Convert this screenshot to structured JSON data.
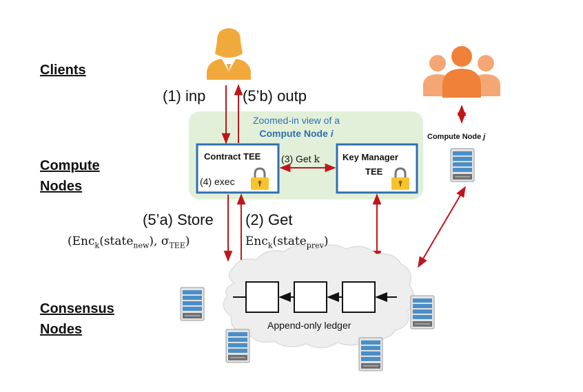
{
  "rows": {
    "clients": "Clients",
    "compute_line1": "Compute",
    "compute_line2": "Nodes",
    "consensus_line1": "Consensus",
    "consensus_line2": "Nodes"
  },
  "flows": {
    "input": "(1) inp",
    "output": "(5’b) outp",
    "get_key": "(3) Get",
    "key_symbol": "k",
    "exec": "(4) exec",
    "store": "(5’a) Store",
    "get_state": "(2) Get"
  },
  "zoom": {
    "line1": "Zoomed-in view of a",
    "line2": "Compute Node",
    "index": "i"
  },
  "boxes": {
    "contract_tee": "Contract TEE",
    "key_manager_line1": "Key Manager",
    "key_manager_line2": "TEE"
  },
  "math": {
    "store_open": "(Enc",
    "store_k": "k",
    "store_mid1": "(state",
    "store_new": "new",
    "store_mid2": "), σ",
    "store_tee": "TEE",
    "store_close": ")",
    "get_enc": "Enc",
    "get_k": "k",
    "get_state": "(state",
    "get_prev": "prev",
    "get_close": ")"
  },
  "compute_node_j": {
    "label": "Compute Node",
    "index": "j"
  },
  "ledger": {
    "label": "Append-only ledger"
  },
  "colors": {
    "arrow": "#c0151b",
    "box_border": "#2e6fb0",
    "zoom_bg": "#e3f0d9",
    "client_single": "#f2a93b",
    "client_group": "#ef8138",
    "lock": "#f6c330",
    "cloud": "#eeeeee"
  },
  "icons": [
    "user-icon",
    "users-icon",
    "server-icon",
    "lock-icon",
    "cloud-icon",
    "block-icon"
  ]
}
